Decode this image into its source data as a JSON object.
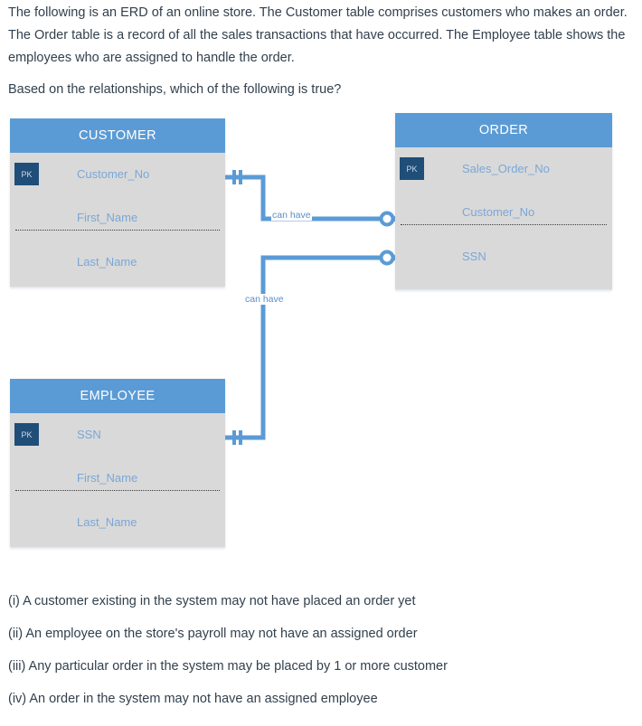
{
  "intro": {
    "paragraph": "The following is an ERD of an online store. The Customer table comprises customers who makes an order. The Order table is a record of all the sales transactions that have occurred. The Employee table shows the employees who are assigned to handle the order.",
    "question": "Based on the relationships, which of the following is true?"
  },
  "diagram": {
    "entities": [
      {
        "name": "CUSTOMER",
        "attributes": [
          {
            "key": "PK",
            "name": "Customer_No"
          },
          {
            "key": "",
            "name": "First_Name"
          },
          {
            "key": "",
            "name": "Last_Name"
          }
        ]
      },
      {
        "name": "ORDER",
        "attributes": [
          {
            "key": "PK",
            "name": "Sales_Order_No"
          },
          {
            "key": "",
            "name": "Customer_No"
          },
          {
            "key": "",
            "name": "SSN"
          }
        ]
      },
      {
        "name": "EMPLOYEE",
        "attributes": [
          {
            "key": "PK",
            "name": "SSN"
          },
          {
            "key": "",
            "name": "First_Name"
          },
          {
            "key": "",
            "name": "Last_Name"
          }
        ]
      }
    ],
    "relationships": [
      {
        "label": "can have",
        "from": "CUSTOMER",
        "to": "ORDER",
        "from_cardinality": "one-and-only-one",
        "to_cardinality": "zero-or-many"
      },
      {
        "label": "can have",
        "from": "EMPLOYEE",
        "to": "ORDER",
        "from_cardinality": "one-and-only-one",
        "to_cardinality": "zero-or-many"
      }
    ],
    "colors": {
      "header": "#5b9bd5",
      "body": "#d9d9d9",
      "pk_badge": "#1f4e79",
      "attribute_text": "#7ba7d7",
      "connector": "#5b9bd5"
    }
  },
  "options": [
    "(i) A customer existing in the system may not have placed an order yet",
    "(ii) An employee on the store's payroll may not have an assigned order",
    "(iii) Any particular order in the system may be placed by 1 or more customer",
    "(iv) An order in the system may not have an assigned employee"
  ]
}
